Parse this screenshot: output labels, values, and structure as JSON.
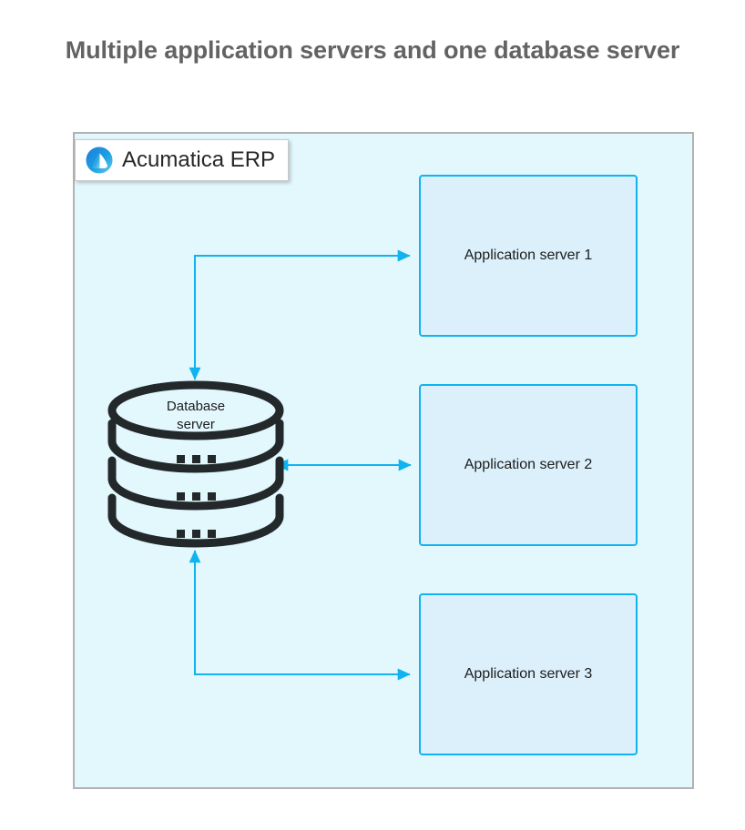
{
  "title": "Multiple application servers and one database server",
  "colors": {
    "title_text": "#636363",
    "canvas_background": "#ffffff",
    "container_background": "#e2f8fd",
    "container_border": "#b2b2b2",
    "accent_cyan": "#10b3ef",
    "box_fill": "#dbf0fb",
    "database_stroke": "#23282b",
    "badge_background": "#ffffff",
    "logo_blue": "#1ca0e3",
    "text_dark": "#1c1c1c"
  },
  "container": {
    "badge": {
      "label": "Acumatica ERP",
      "logo_icon": "acumatica-logo-icon"
    }
  },
  "database": {
    "label_line1": "Database",
    "label_line2": "server",
    "label": "Database server",
    "band_count": 3,
    "dots_per_band": 3
  },
  "app_servers": [
    {
      "label": "Application server 1"
    },
    {
      "label": "Application server 2"
    },
    {
      "label": "Application server 3"
    }
  ],
  "connectors": [
    {
      "name": "database-to-app-server-1",
      "from": "Database server",
      "to": "Application server 1",
      "style": "elbow",
      "arrowheads": "both"
    },
    {
      "name": "database-to-app-server-2",
      "from": "Database server",
      "to": "Application server 2",
      "style": "straight",
      "arrowheads": "both"
    },
    {
      "name": "database-to-app-server-3",
      "from": "Database server",
      "to": "Application server 3",
      "style": "elbow",
      "arrowheads": "both"
    }
  ]
}
